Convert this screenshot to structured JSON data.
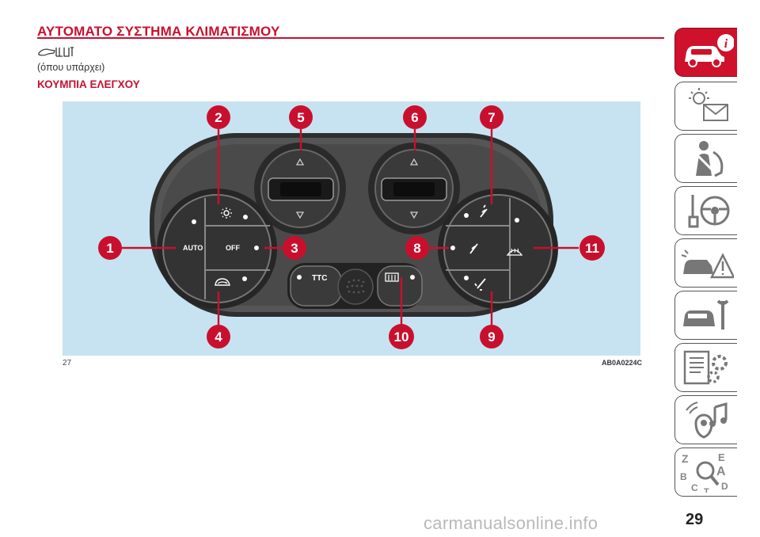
{
  "section_title": "ΑΥΤΟΜΑΤΟ ΣΥΣΤΗΜΑ ΚΛΙΜΑΤΙΣΜΟΥ",
  "variant_icon": "version-equipment-icon",
  "availability_note": "(όπου υπάρχει)",
  "subheading": "ΚΟΥΜΠΙΑ ΕΛΕΓΧΟΥ",
  "figure": {
    "number": "27",
    "code": "AB0A0224C",
    "button_labels": {
      "auto": "AUTO",
      "off": "OFF",
      "ttc": "TTC"
    },
    "callouts": [
      "1",
      "2",
      "3",
      "4",
      "5",
      "6",
      "7",
      "8",
      "9",
      "10",
      "11"
    ]
  },
  "sidebar_tabs": [
    {
      "icon": "car-info-icon",
      "active": true
    },
    {
      "icon": "warning-lights-icon",
      "active": false
    },
    {
      "icon": "seatbelt-airbag-icon",
      "active": false
    },
    {
      "icon": "key-steering-icon",
      "active": false
    },
    {
      "icon": "emergency-icon",
      "active": false
    },
    {
      "icon": "maintenance-icon",
      "active": false
    },
    {
      "icon": "technical-data-icon",
      "active": false
    },
    {
      "icon": "multimedia-icon",
      "active": false
    },
    {
      "icon": "alphabetical-index-icon",
      "active": false
    }
  ],
  "page_number": "29",
  "watermark": "carmanualsonline.info",
  "colors": {
    "accent": "#c8102e",
    "figure_bg": "#c7e3f1",
    "panel": "#3c3c3c"
  }
}
